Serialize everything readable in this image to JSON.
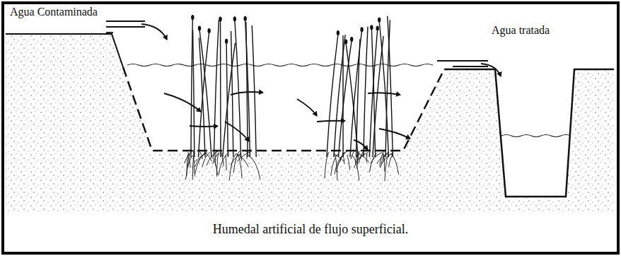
{
  "diagram": {
    "caption": "Humedal artificial de flujo superficial.",
    "labels": [
      "Agua Contaminada",
      "Agua tratada"
    ]
  }
}
